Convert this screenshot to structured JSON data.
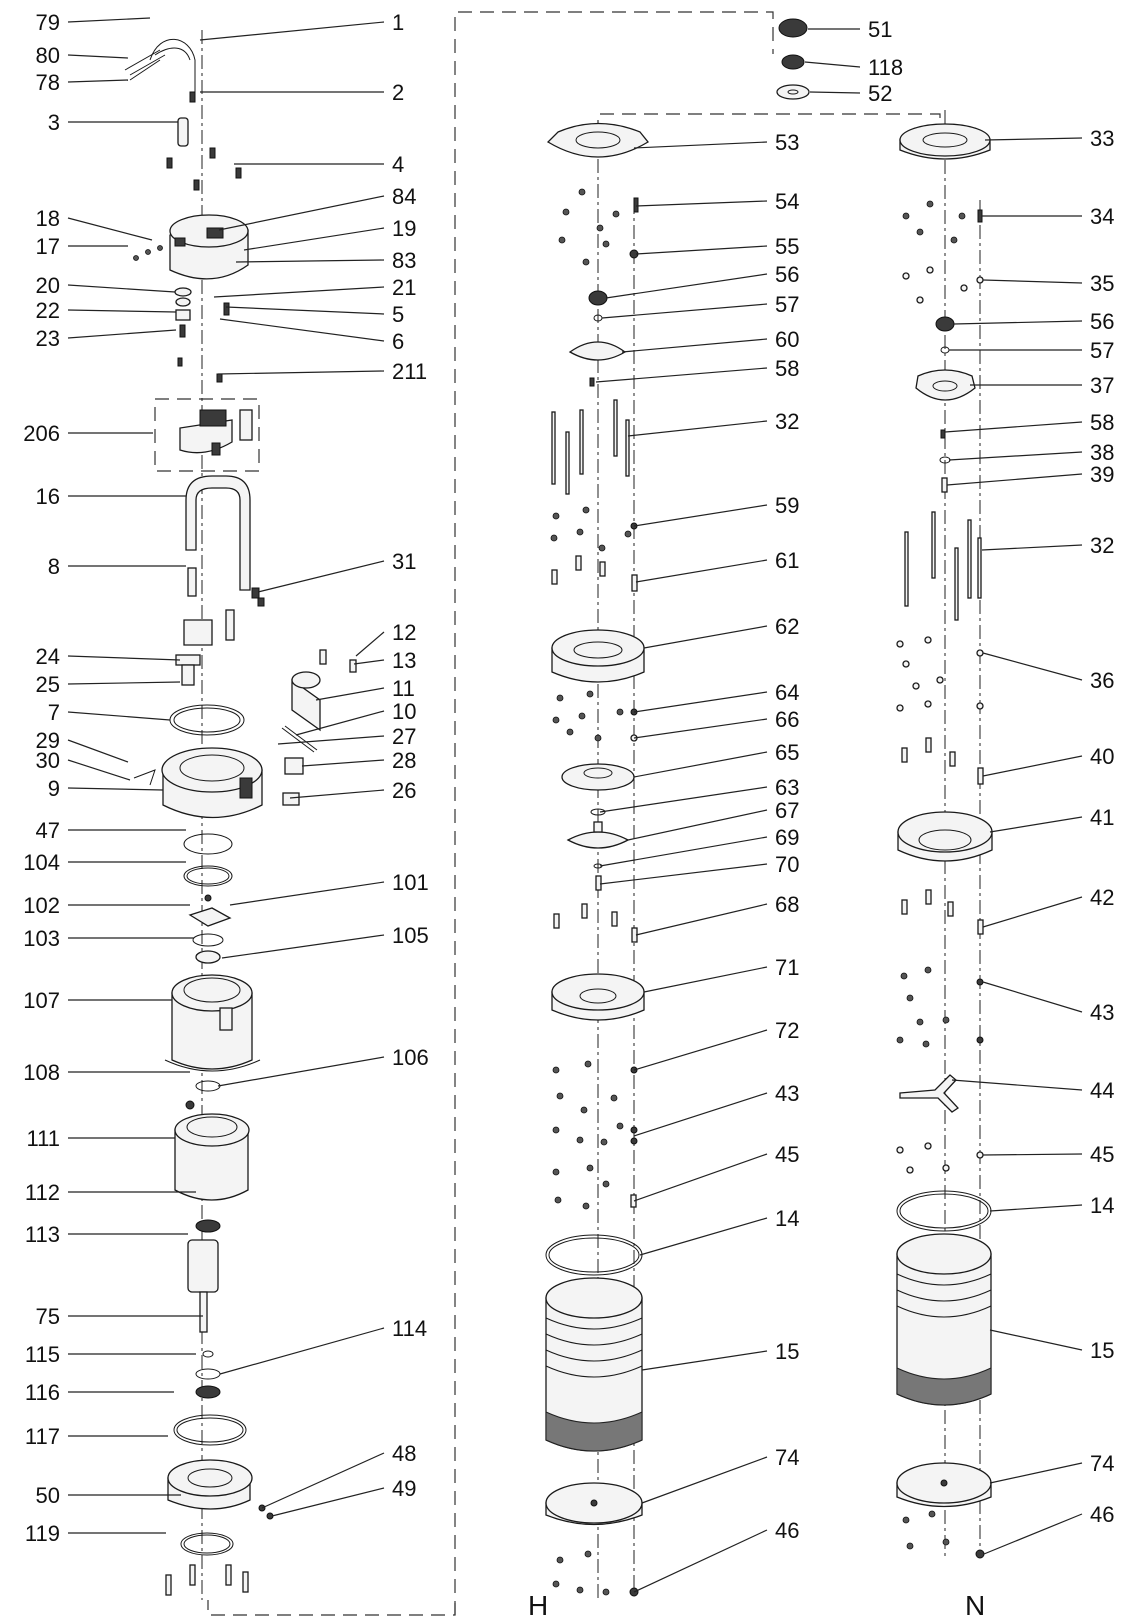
{
  "diagram": {
    "columns": [
      {
        "id": "H",
        "label": "H"
      },
      {
        "id": "N",
        "label": "N"
      }
    ],
    "callouts_left_column": {
      "left_side": [
        "79",
        "80",
        "78",
        "3",
        "18",
        "17",
        "20",
        "22",
        "23",
        "206",
        "16",
        "8",
        "24",
        "25",
        "7",
        "29",
        "30",
        "9",
        "47",
        "104",
        "102",
        "103",
        "107",
        "108",
        "111",
        "112",
        "113",
        "75",
        "115",
        "116",
        "117",
        "50",
        "119"
      ],
      "right_side": [
        "1",
        "2",
        "4",
        "84",
        "19",
        "83",
        "21",
        "5",
        "6",
        "211",
        "31",
        "12",
        "13",
        "11",
        "10",
        "27",
        "28",
        "26",
        "101",
        "105",
        "106",
        "114",
        "48",
        "49"
      ]
    },
    "callouts_top": [
      "51",
      "118",
      "52"
    ],
    "callouts_h_column": [
      "53",
      "54",
      "55",
      "56",
      "57",
      "60",
      "58",
      "32",
      "59",
      "61",
      "62",
      "64",
      "66",
      "65",
      "63",
      "67",
      "69",
      "70",
      "68",
      "71",
      "72",
      "43",
      "45",
      "14",
      "15",
      "74",
      "46"
    ],
    "callouts_n_column": [
      "33",
      "34",
      "35",
      "56",
      "57",
      "37",
      "58",
      "38",
      "39",
      "32",
      "36",
      "40",
      "41",
      "42",
      "43",
      "44",
      "45",
      "14",
      "15",
      "74",
      "46"
    ]
  }
}
